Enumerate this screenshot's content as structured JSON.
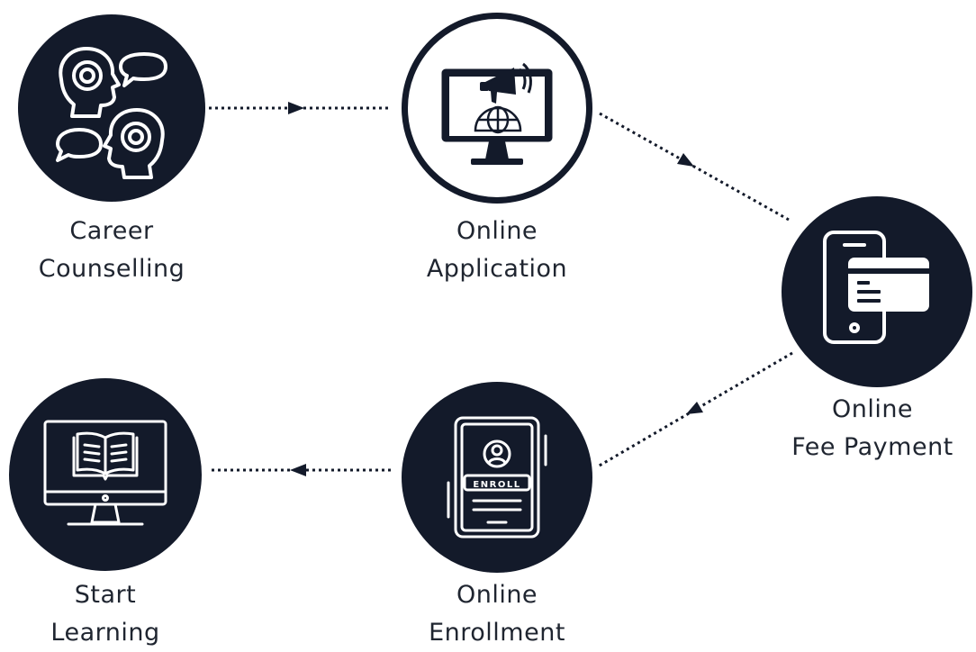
{
  "colors": {
    "dark": "#131a2a",
    "light": "#ffffff",
    "text": "#1f2530"
  },
  "steps": [
    {
      "id": "career-counselling",
      "icon": "counselling-heads-icon",
      "lines": [
        "Career",
        "Counselling"
      ]
    },
    {
      "id": "online-application",
      "icon": "monitor-megaphone-globe-icon",
      "lines": [
        "Online",
        "Application"
      ]
    },
    {
      "id": "online-fee-payment",
      "icon": "phone-card-icon",
      "lines": [
        "Online",
        "Fee Payment"
      ]
    },
    {
      "id": "online-enrollment",
      "icon": "enroll-tablet-icon",
      "lines": [
        "Online",
        "Enrollment"
      ],
      "badge": "ENROLL"
    },
    {
      "id": "start-learning",
      "icon": "monitor-book-icon",
      "lines": [
        "Start",
        "Learning"
      ]
    }
  ]
}
